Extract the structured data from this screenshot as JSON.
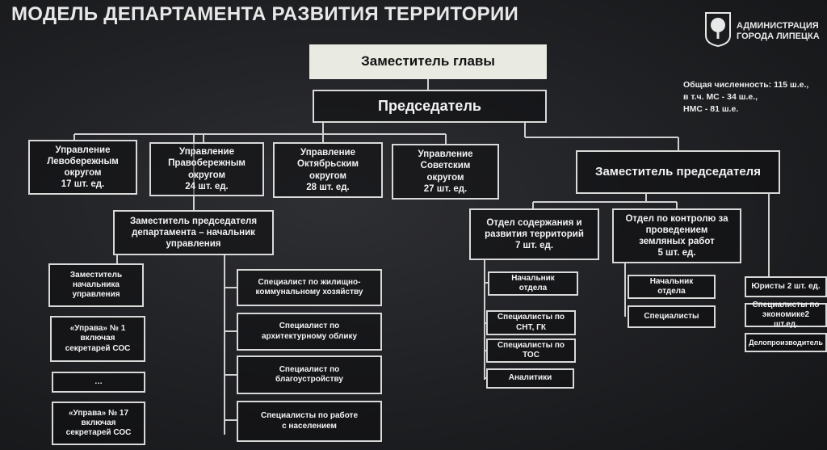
{
  "title": "МОДЕЛЬ ДЕПАРТАМЕНТА РАЗВИТИЯ ТЕРРИТОРИИ",
  "logo": {
    "text": "АДМИНИСТРАЦИЯ\nГОРОДА ЛИПЕЦКА"
  },
  "stats": {
    "line1": "Общая численность: 115 ш.е.,",
    "line2": "в т.ч.   МС - 34 ш.е.,",
    "line3": "НМС - 81 ш.е."
  },
  "nodes": {
    "deputy_head": "Заместитель  главы",
    "chairman": "Председатель",
    "left_bank": "Управление\nЛевобережным\nокругом\n17 шт. ед.",
    "right_bank": "Управление\nПравобережным\nокругом\n24 шт. ед.",
    "oktyabrsky": "Управление\nОктябрьским\nокругом\n28 шт. ед.",
    "sovetsky": "Управление\nСоветским\nокругом\n27 шт. ед.",
    "deputy_chairman": "Заместитель председателя",
    "deputy_dept_head": "Заместитель председателя\nдепартамента – начальник\nуправления",
    "deputy_mgr_head": "Заместитель\nначальника\nуправления",
    "uprava_1": "«Управа» № 1\nвключая\nсекретарей СОС",
    "uprava_dots": "…",
    "uprava_17": "«Управа» № 17\nвключая\nсекретарей СОС",
    "spec_housing": "Специалист по жилищно-\nкоммунальному  хозяйству",
    "spec_arch": "Специалист по\nархитектурному облику",
    "spec_improvement": "Специалист по\nблагоустройству",
    "spec_population": "Специалисты по работе\nс населением",
    "dept_maintenance": "Отдел содержания и\nразвития территорий\n7 шт. ед.",
    "dept_control": "Отдел по контролю за\nпроведением\nземляных работ\n5 шт. ед.",
    "head_dept_1": "Начальник\nотдела",
    "spec_snt": "Специалисты по\nСНТ, ГК",
    "spec_tos": "Специалисты по\nТОС",
    "analysts": "Аналитики",
    "head_dept_2": "Начальник\nотдела",
    "specialists": "Специалисты",
    "lawyers": "Юристы 2 шт. ед.",
    "spec_economy": "Специалисты по\nэкономике2 шт.ед.",
    "clerk": "Делопроизводитель"
  }
}
